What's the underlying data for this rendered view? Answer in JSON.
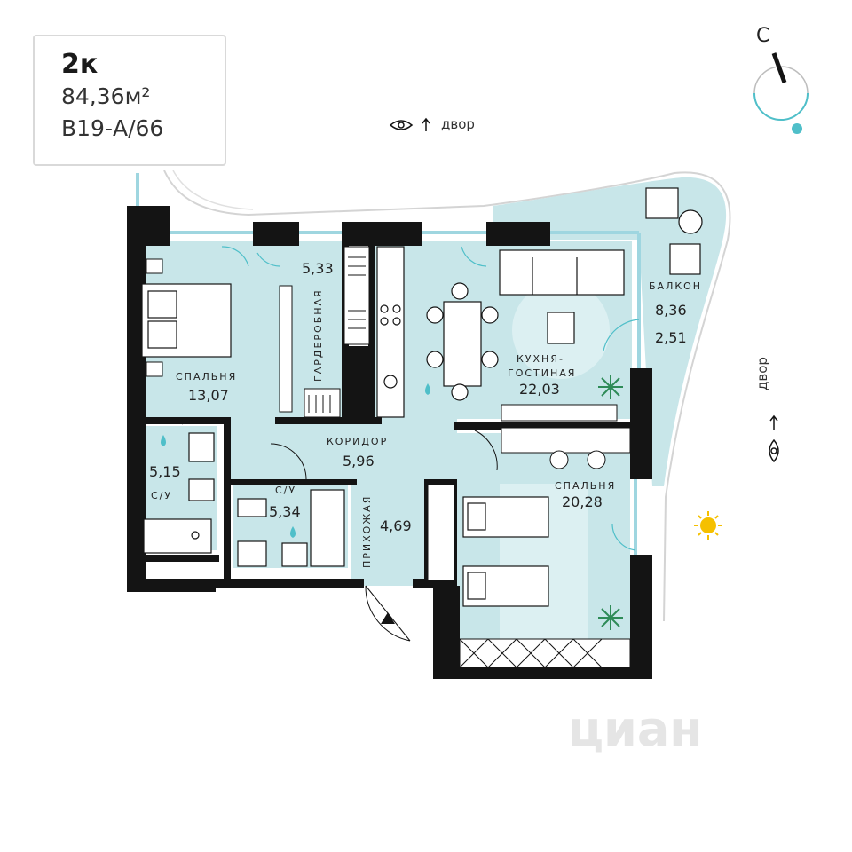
{
  "info": {
    "rooms": "2к",
    "area": "84,36м²",
    "code": "В19-А/66"
  },
  "compass": {
    "letter": "С"
  },
  "views": {
    "top": "двор",
    "right": "двор"
  },
  "rooms": {
    "bedroom_1": {
      "name": "СПАЛЬНЯ",
      "area": "13,07"
    },
    "wardrobe": {
      "name": "ГАРДЕРОБНАЯ",
      "area": "5,33"
    },
    "kitchen": {
      "name_1": "КУХНЯ-",
      "name_2": "ГОСТИНАЯ",
      "area": "22,03"
    },
    "balcony": {
      "name": "БАЛКОН",
      "area_1": "8,36",
      "area_2": "2,51"
    },
    "bathroom_1": {
      "name": "С/У",
      "area": "5,15"
    },
    "corridor": {
      "name": "КОРИДОР",
      "area": "5,96"
    },
    "bathroom_2": {
      "name": "С/У",
      "area": "5,34"
    },
    "hallway": {
      "name": "ПРИХОЖАЯ",
      "area": "4,69"
    },
    "bedroom_2": {
      "name": "СПАЛЬНЯ",
      "area": "20,28"
    }
  },
  "colors": {
    "floor": "#c8e6e9",
    "floor_light": "#dcf0f2",
    "wall": "#141414",
    "window": "#9fd6e0",
    "accent": "#4fbfc9",
    "sun": "#f5c000"
  },
  "watermark": "циан"
}
